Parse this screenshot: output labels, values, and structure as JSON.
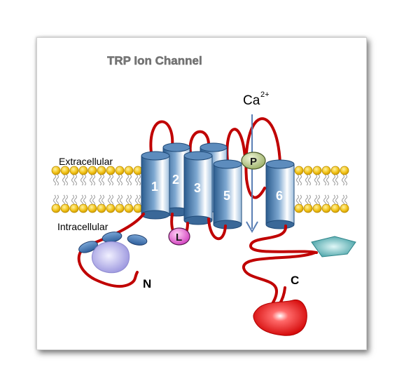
{
  "title": "TRP Ion Channel",
  "labels": {
    "extracellular": "Extracellular",
    "intracellular": "Intracellular",
    "n_terminus": "N",
    "c_terminus": "C",
    "ion": "Ca",
    "ion_charge": "2+"
  },
  "helices": [
    "1",
    "2",
    "3",
    "5",
    "6"
  ],
  "badges": {
    "linker": "L",
    "pore": "P"
  },
  "colors": {
    "chain": "#c00000",
    "helix": "#3f73a6",
    "lipid_head": "#f2c318",
    "linker_badge": "#e055c8",
    "pore_badge": "#b9c98a",
    "n_domain": "#9f9be0",
    "c_domain_red": "#e01010",
    "c_domain_teal": "#4aa8ad"
  }
}
